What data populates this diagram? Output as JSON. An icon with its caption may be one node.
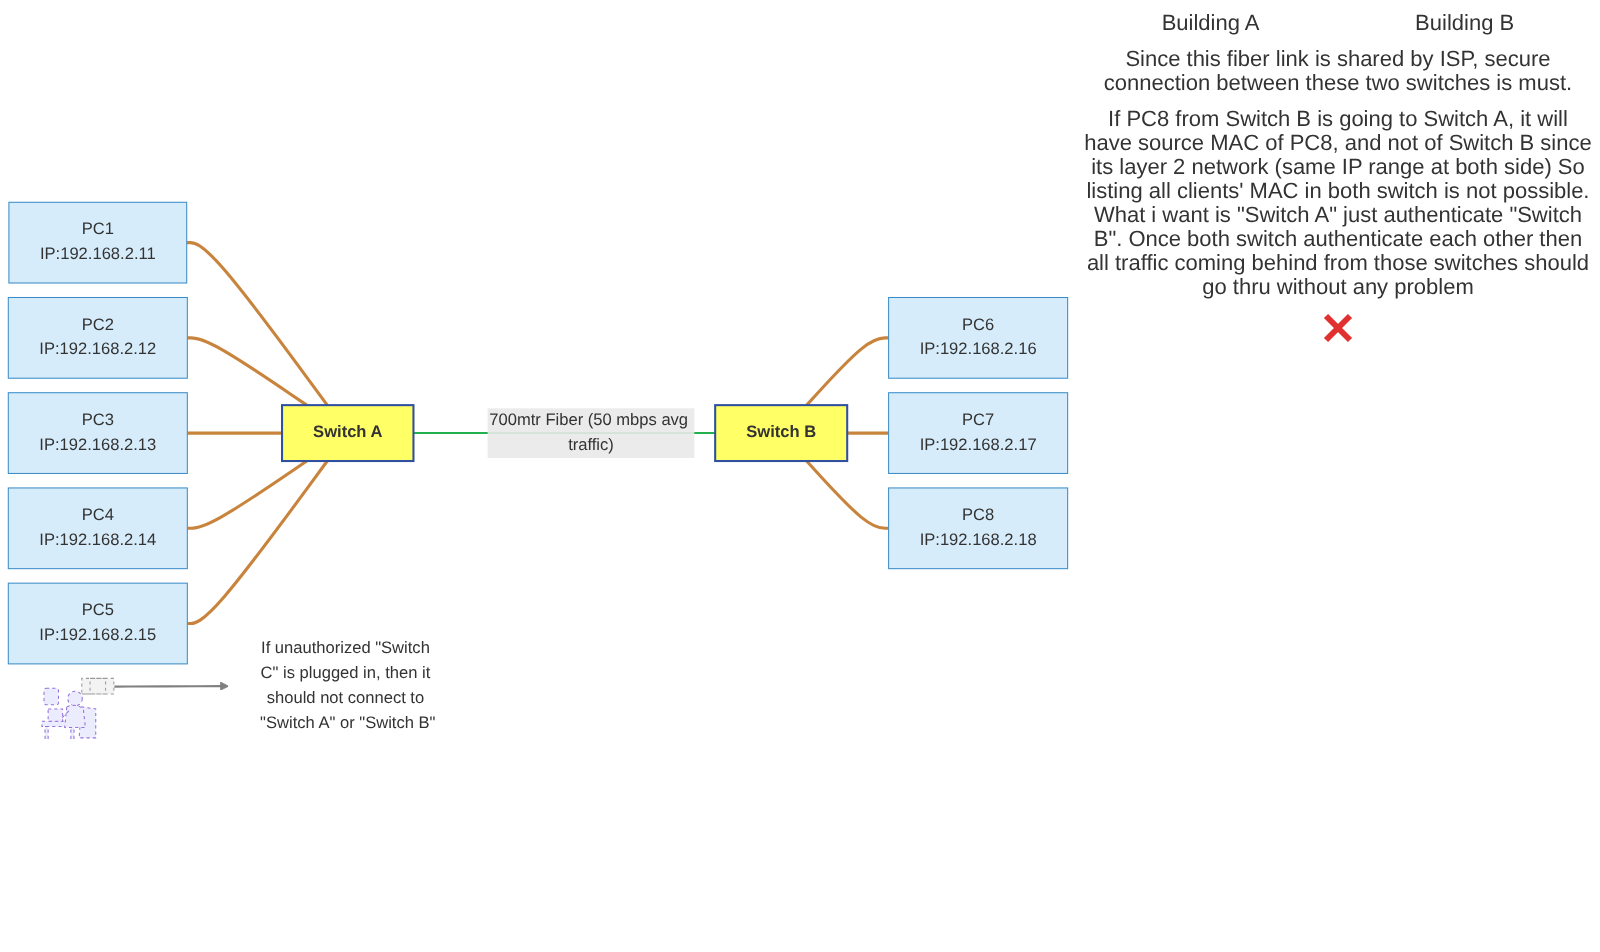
{
  "diagram": {
    "nodes": [
      {
        "text": [
          "Switch A"
        ]
      },
      {
        "text": [
          "PC1",
          "IP:192.168.2.11"
        ]
      },
      {
        "text": [
          "PC2",
          "IP:192.168.2.12"
        ]
      },
      {
        "text": [
          "PC3",
          "IP:192.168.2.13"
        ]
      },
      {
        "text": [
          "PC4",
          "IP:192.168.2.14"
        ]
      },
      {
        "text": [
          "PC5",
          "IP:192.168.2.15"
        ]
      },
      {
        "text": [
          "Switch B"
        ]
      },
      {
        "text": [
          "PC6",
          "IP:192.168.2.16"
        ]
      },
      {
        "text": [
          "PC7",
          "IP:192.168.2.17"
        ]
      },
      {
        "text": [
          "PC8",
          "IP:192.168.2.18"
        ]
      },
      {
        "text": [],
        "shape": "picture"
      },
      {
        "text": [
          "If unauthorized \"Switch C\" is plugged in, then it should not connect to \"Switch A\" or \"Switch B\""
        ]
      }
    ],
    "edges": [
      {
        "from": 1,
        "to": 0,
        "arrow": "none"
      },
      {
        "from": 2,
        "to": 0,
        "arrow": "none"
      },
      {
        "from": 3,
        "to": 0,
        "arrow": "none"
      },
      {
        "from": 4,
        "to": 0,
        "arrow": "none"
      },
      {
        "from": 5,
        "to": 0,
        "arrow": "none"
      },
      {
        "from": 0,
        "to": 6,
        "arrow": "none",
        "label": "700mtr Fiber (50 mbps avg traffic)",
        "color": "#22b14c"
      },
      {
        "from": 6,
        "to": 7,
        "arrow": "none"
      },
      {
        "from": 6,
        "to": 8,
        "arrow": "none"
      },
      {
        "from": 6,
        "to": 9,
        "arrow": "none"
      },
      {
        "from": 10,
        "to": 11,
        "arrow": "to",
        "color": "#808080"
      }
    ],
    "labels": [
      "Building A",
      "Building B",
      "Since this fiber link is shared by ISP, secure connection between these two switches is must.",
      "If PC8 from Switch B is going to Switch A, it will have source MAC of PC8, and not of Switch B since its layer 2 network (same IP range at both side) So listing all clients' MAC in both switch is not possible. What i want is \"Switch A\" just authenticate \"Switch B\". Once both switch authenticate each other then all traffic coming behind from those switches should go thru without any problem"
    ]
  }
}
